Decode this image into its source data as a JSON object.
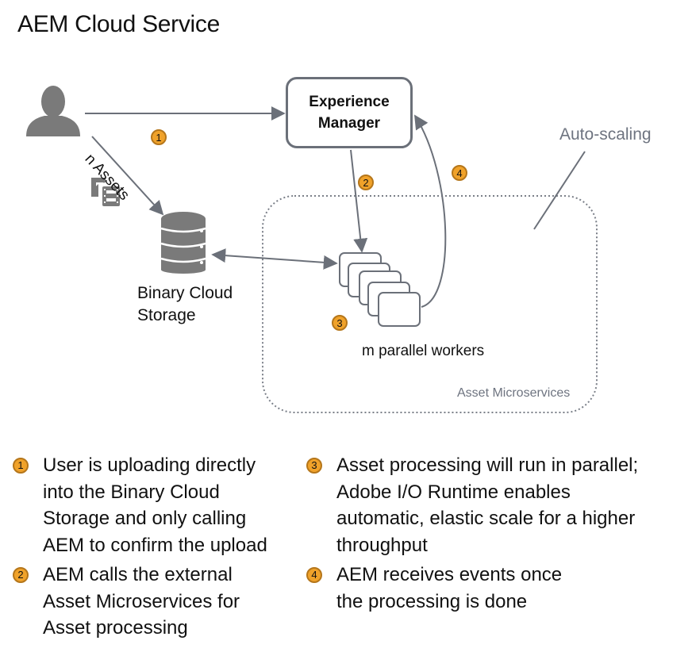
{
  "title": "AEM Cloud Service",
  "nodes": {
    "user": {
      "icon": "user-icon"
    },
    "experience_manager": {
      "line1": "Experience",
      "line2": "Manager"
    },
    "binary_storage": {
      "line1": "Binary Cloud",
      "line2": "Storage",
      "icon": "database-icon"
    },
    "workers": {
      "label": "m parallel workers",
      "count_stacked": 5
    },
    "asset_microservices": {
      "label": "Asset Microservices"
    },
    "auto_scaling": {
      "label": "Auto-scaling"
    }
  },
  "edges": {
    "upload_label": "n Assets",
    "media_icon": "image-video-icon"
  },
  "badges": [
    "1",
    "2",
    "3",
    "4"
  ],
  "colors": {
    "badge_fill": "#f0a22a",
    "badge_border": "#b5761a",
    "line": "#6b7079",
    "icon": "#7a7a7a"
  },
  "legend": [
    {
      "num": "1",
      "text": "User is uploading directly\ninto the Binary Cloud\nStorage and only calling\nAEM to confirm the upload"
    },
    {
      "num": "2",
      "text": "AEM calls the external\nAsset Microservices for\nAsset processing"
    },
    {
      "num": "3",
      "text": "Asset processing will run in parallel;\nAdobe I/O Runtime enables\nautomatic, elastic scale for a higher\nthroughput"
    },
    {
      "num": "4",
      "text": "AEM receives events once\nthe processing is done"
    }
  ]
}
